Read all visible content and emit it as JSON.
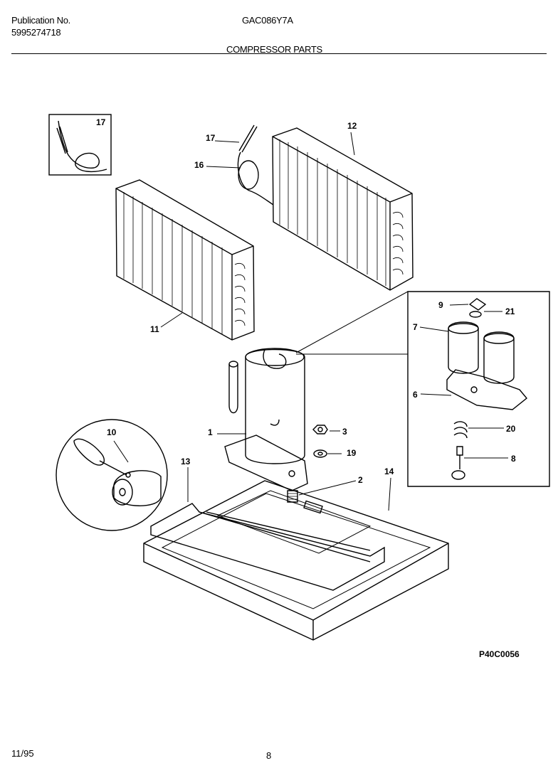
{
  "header": {
    "publication_label": "Publication No.",
    "publication_number": "5995274718",
    "model": "GAC086Y7A",
    "section_title": "COMPRESSOR PARTS"
  },
  "callouts": {
    "c1": "1",
    "c2": "2",
    "c3": "3",
    "c6": "6",
    "c7": "7",
    "c8": "8",
    "c9": "9",
    "c10": "10",
    "c11": "11",
    "c12": "12",
    "c13": "13",
    "c14": "14",
    "c16": "16",
    "c17_inset": "17",
    "c17": "17",
    "c19": "19",
    "c20": "20",
    "c21": "21"
  },
  "drawing_code": "P40C0056",
  "footer": {
    "date": "11/95",
    "page": "8"
  }
}
